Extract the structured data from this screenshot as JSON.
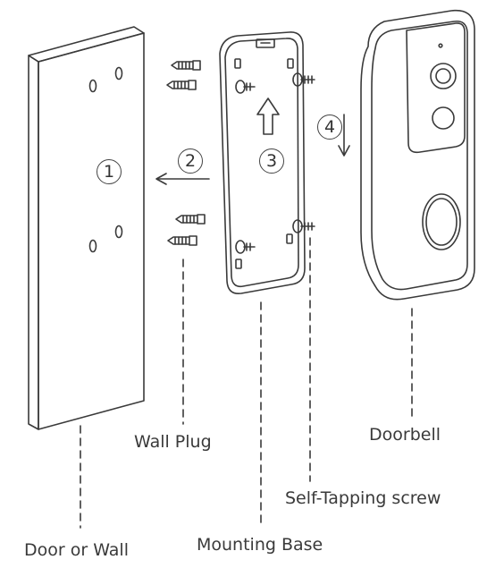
{
  "labels": {
    "door_or_wall": "Door or Wall",
    "wall_plug": "Wall Plug",
    "mounting_base": "Mounting Base",
    "self_tapping_screw": "Self-Tapping screw",
    "doorbell": "Doorbell"
  },
  "steps": [
    "1",
    "2",
    "3",
    "4"
  ],
  "colors": {
    "line": "#3a3a3a",
    "text": "#3a3a3a",
    "background": "#ffffff"
  }
}
